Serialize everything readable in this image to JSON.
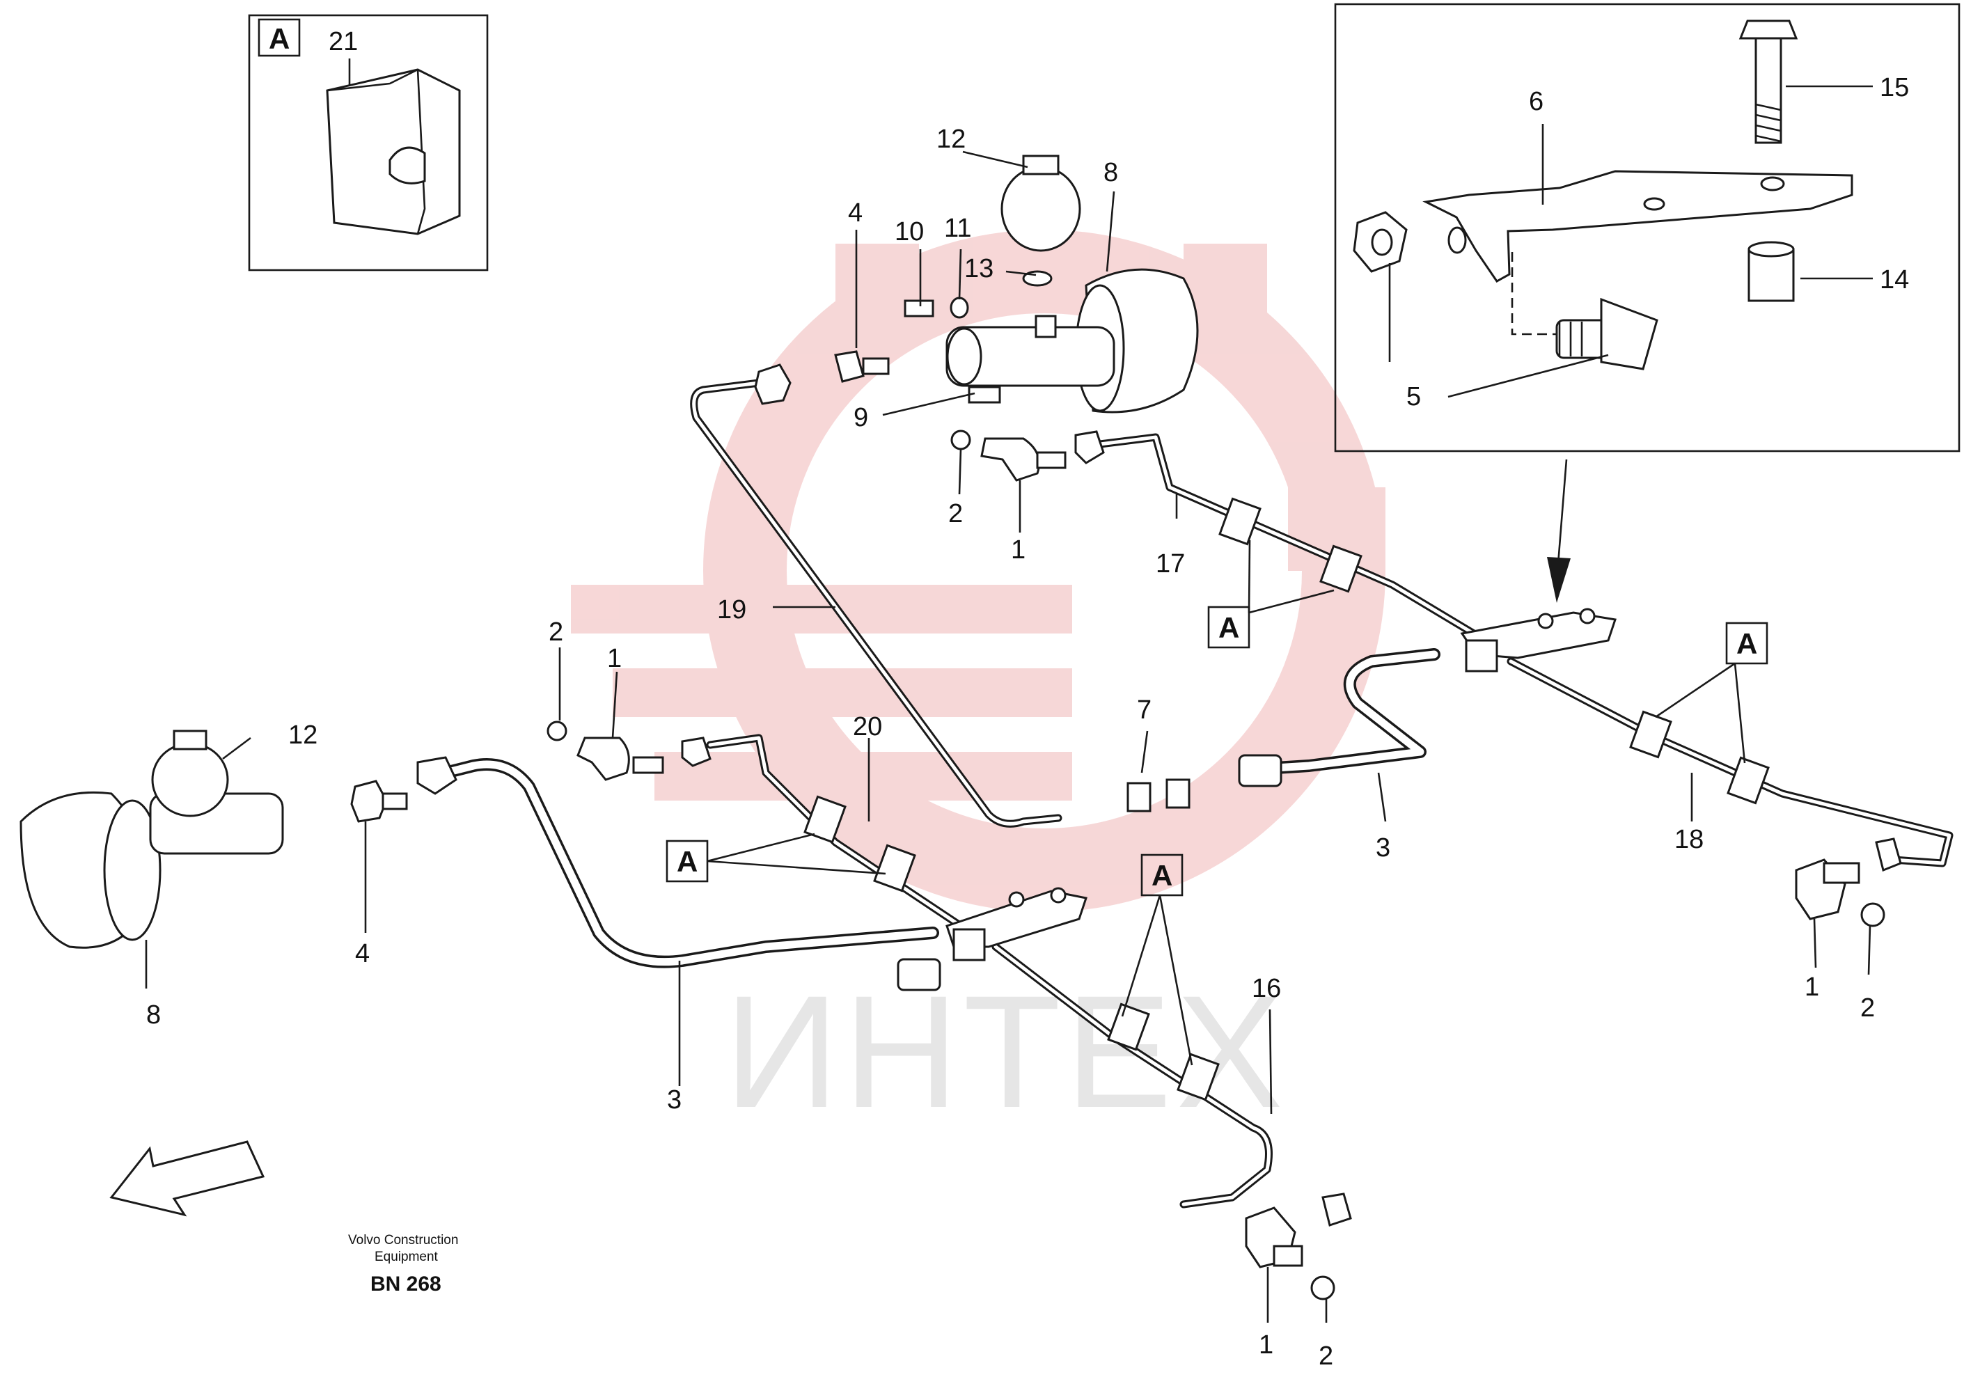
{
  "detail_a": {
    "label": "A",
    "part": "21"
  },
  "detail_b": {
    "parts": [
      "15",
      "6",
      "14",
      "5"
    ]
  },
  "callouts": {
    "c1": "1",
    "c2": "2",
    "c3": "3",
    "c4": "4",
    "c7": "7",
    "c8": "8",
    "c9": "9",
    "c10": "10",
    "c11": "11",
    "c12": "12",
    "c13": "13",
    "c16": "16",
    "c17": "17",
    "c18": "18",
    "c19": "19",
    "c20": "20"
  },
  "clip_label": "A",
  "footer": {
    "manufacturer_line1": "Volvo Construction",
    "manufacturer_line2": "Equipment",
    "code": "BN 268"
  },
  "watermark": {
    "text": "ИНТЕХ",
    "color": "#e8c4c4"
  }
}
